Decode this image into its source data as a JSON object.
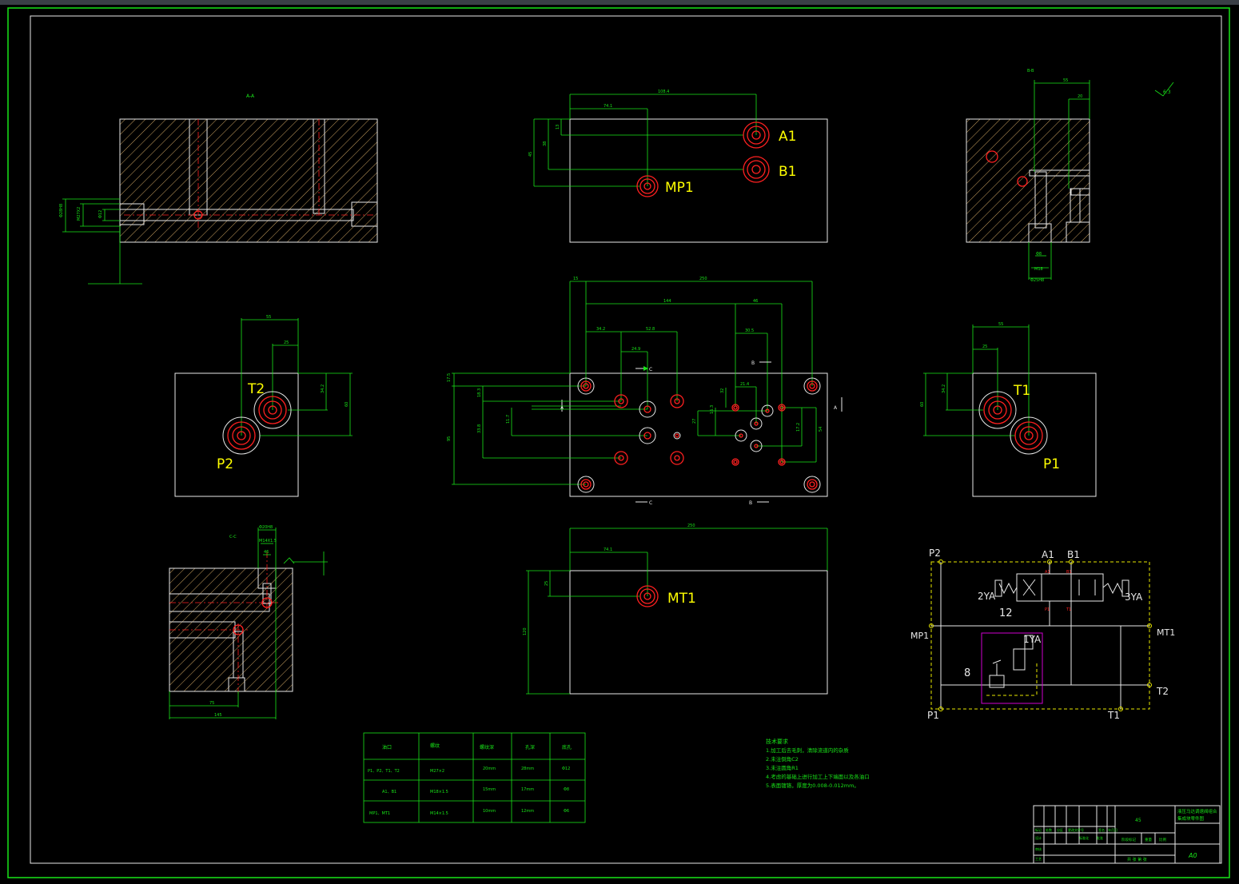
{
  "sections": {
    "aa": "A-A",
    "bb": "B-B",
    "cc": "C-C",
    "surface": "6.3"
  },
  "ports": {
    "a1": "A1",
    "b1": "B1",
    "mp1": "MP1",
    "mt1": "MT1",
    "t2": "T2",
    "p2": "P2",
    "t1": "T1",
    "p1": "P1"
  },
  "dims": {
    "top_1084": "108.4",
    "top_741": "74.1",
    "top_45": "45",
    "top_13": "13",
    "top_38": "38",
    "main_250": "250",
    "main_15": "15",
    "main_144": "144",
    "main_46": "46",
    "main_342": "34.2",
    "main_528": "52.8",
    "main_305": "30.5",
    "main_249": "24.9",
    "main_175": "17.5",
    "main_183": "18.3",
    "main_338": "33.8",
    "main_95": "95",
    "main_117": "11.7",
    "main_32": "32",
    "main_214": "21.4",
    "main_163": "16.3",
    "main_27": "27",
    "main_172": "17.2",
    "main_54": "54",
    "left_55": "55",
    "left_25": "25",
    "left_342": "34.2",
    "left_60": "60",
    "right_55": "55",
    "right_25": "25",
    "right_342": "34.2",
    "right_60": "60",
    "bot_250": "250",
    "bot_741": "74.1",
    "bot_25": "25",
    "bot_120": "120",
    "bb_55": "55",
    "bb_20": "20",
    "bb_m18": "M18",
    "bb_phi8": "Φ8",
    "bb_phi25": "Φ25H8",
    "cc_phi20": "Φ20H8",
    "cc_m14": "M14X1.5",
    "cc_46": "46",
    "cc_75": "75",
    "cc_145": "145",
    "aa_phi28": "Φ28H8",
    "aa_m27": "M27X2",
    "aa_phi12": "Φ12"
  },
  "schematic": {
    "p2": "P2",
    "a1": "A1",
    "b1": "B1",
    "mp1": "MP1",
    "mt1": "MT1",
    "p1": "P1",
    "t1": "T1",
    "t2": "T2",
    "ya2": "2YA",
    "ya3": "3YA",
    "ya1": "1YA",
    "n12": "12",
    "n8": "8",
    "sa": "A1",
    "sb": "B1",
    "sp": "P1",
    "st": "T1"
  },
  "table": {
    "headers": [
      "油口",
      "螺纹",
      "螺纹深",
      "孔深",
      "底孔"
    ],
    "rows": [
      [
        "P1、P2、T1、T2",
        "M27×2",
        "20mm",
        "28mm",
        "Φ12"
      ],
      [
        "A1、B1",
        "M18×1.5",
        "15mm",
        "17mm",
        "Φ8"
      ],
      [
        "MP1、MT1",
        "M14×1.5",
        "10mm",
        "12mm",
        "Φ6"
      ]
    ]
  },
  "notes": {
    "title": "技术要求",
    "lines": [
      "1.加工后去毛刺，清除流道内的杂质",
      "2.未注倒角C2",
      "3.未注圆角R1",
      "4.考虑的基础上进行加工上下端面以及各油口",
      "5.表面镀铬，厚度为0.008-0.012mm。"
    ]
  },
  "title_block": {
    "name_line1": "液压马达调速阀组合",
    "name_line2": "集成块零件图",
    "material": "45",
    "sheet_size": "A0",
    "scale_row": "共 张 第 张",
    "labels": [
      "标记",
      "处数",
      "分区",
      "更改文件号",
      "签名",
      "年月日",
      "设计",
      "审核",
      "工艺",
      "标准化",
      "批准",
      "阶段标记",
      "重量",
      "比例"
    ]
  }
}
